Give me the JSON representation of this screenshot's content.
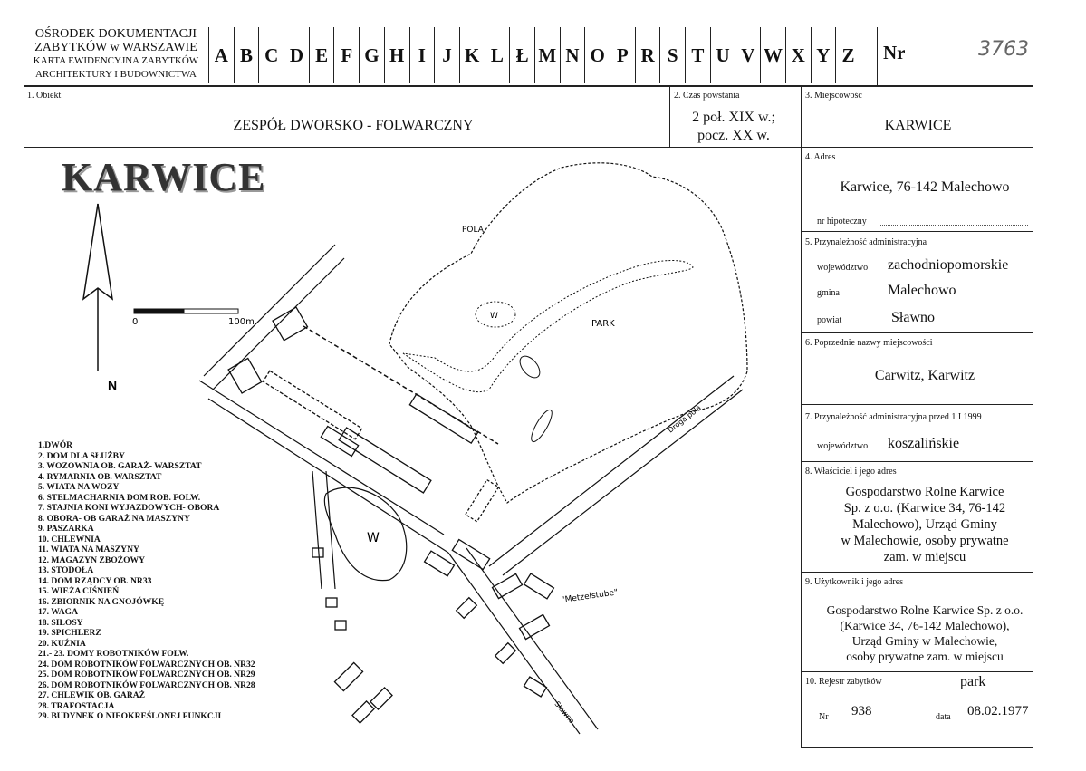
{
  "header": {
    "institution_line1": "OŚRODEK DOKUMENTACJI",
    "institution_line2": "ZABYTKÓW w WARSZAWIE",
    "institution_line3": "KARTA EWIDENCYJNA ZABYTKÓW",
    "institution_line4": "ARCHITEKTURY I BUDOWNICTWA",
    "letters": [
      "A",
      "B",
      "C",
      "D",
      "E",
      "F",
      "G",
      "H",
      "I",
      "J",
      "K",
      "L",
      "Ł",
      "M",
      "N",
      "O",
      "P",
      "R",
      "S",
      "T",
      "U",
      "V",
      "W",
      "X",
      "Y",
      "Z"
    ],
    "nr_label": "Nr",
    "nr_value": "3763"
  },
  "fields": {
    "obiekt_label": "1. Obiekt",
    "obiekt_value": "ZESPÓŁ DWORSKO - FOLWARCZNY",
    "czas_label": "2. Czas powstania",
    "czas_value_line1": "2 poł. XIX w.;",
    "czas_value_line2": "pocz. XX w.",
    "miejscowosc_label": "3. Miejscowość",
    "miejscowosc_value": "KARWICE",
    "adres_label": "4. Adres",
    "adres_value": "Karwice, 76-142 Malechowo",
    "hipoteczny_label": "nr hipoteczny",
    "przyn_label": "5. Przynależność administracyjna",
    "wojewodztwo_label": "województwo",
    "wojewodztwo_value": "zachodniopomorskie",
    "gmina_label": "gmina",
    "gmina_value": "Malechowo",
    "powiat_label": "powiat",
    "powiat_value": "Sławno",
    "poprzednie_label": "6. Poprzednie nazwy miejscowości",
    "poprzednie_value": "Carwitz, Karwitz",
    "przyn1999_label": "7. Przynależność administracyjna przed 1 I 1999",
    "woj1999_label": "województwo",
    "woj1999_value": "koszalińskie",
    "wlasciciel_label": "8. Właściciel i jego adres",
    "wlasciciel_lines": [
      "Gospodarstwo Rolne Karwice",
      "Sp. z o.o. (Karwice 34, 76-142",
      "Malechowo), Urząd Gminy",
      "w Malechowie, osoby prywatne",
      "zam. w miejscu"
    ],
    "uzytkownik_label": "9. Użytkownik i jego adres",
    "uzytkownik_lines": [
      "Gospodarstwo Rolne Karwice Sp. z o.o.",
      "(Karwice 34, 76-142 Malechowo),",
      "Urząd Gminy w Malechowie,",
      "osoby prywatne zam. w miejscu"
    ],
    "rejestr_label": "10. Rejestr zabytków",
    "rejestr_value": "park",
    "rejestr_nr_label": "Nr",
    "rejestr_nr_value": "938",
    "rejestr_data_label": "data",
    "rejestr_data_value": "08.02.1977"
  },
  "map": {
    "title": "KARWICE",
    "north_label": "N",
    "scale_start": "0",
    "scale_end": "100m",
    "label_pola": "POLA",
    "label_park": "PARK",
    "label_w": "W",
    "label_metzelstube": "\"Metzelstube\"",
    "label_droga_pola": "Droga pola",
    "label_slawno": "Sławno"
  },
  "legend": [
    "1.DWÓR",
    "2. DOM DLA SŁUŻBY",
    "3. WOZOWNIA OB. GARAŻ- WARSZTAT",
    "4. RYMARNIA OB. WARSZTAT",
    "5. WIATA NA WOZY",
    "6. STELMACHARNIA DOM ROB. FOLW.",
    "7. STAJNIA KONI WYJAZDOWYCH- OBORA",
    "8. OBORA- OB GARAŻ NA MASZYNY",
    "9. PASZARKA",
    "10. CHLEWNIA",
    "11. WIATA NA MASZYNY",
    "12. MAGAZYN ZBOŻOWY",
    "13. STODOŁA",
    "14. DOM RZĄDCY OB. NR33",
    "15. WIEŻA CIŚNIEŃ",
    "16. ZBIORNIK NA GNOJÓWKĘ",
    "17. WAGA",
    "18. SILOSY",
    "19. SPICHLERZ",
    "20. KUŹNIA",
    "21.- 23. DOMY ROBOTNIKÓW FOLW.",
    "24. DOM ROBOTNIKÓW FOLWARCZNYCH OB. NR32",
    "25. DOM ROBOTNIKÓW FOLWARCZNYCH OB. NR29",
    "26. DOM ROBOTNIKÓW FOLWARCZNYCH OB. NR28",
    "27. CHLEWIK OB. GARAŻ",
    "28. TRAFOSTACJA",
    "29. BUDYNEK O NIEOKREŚLONEJ FUNKCJI"
  ]
}
